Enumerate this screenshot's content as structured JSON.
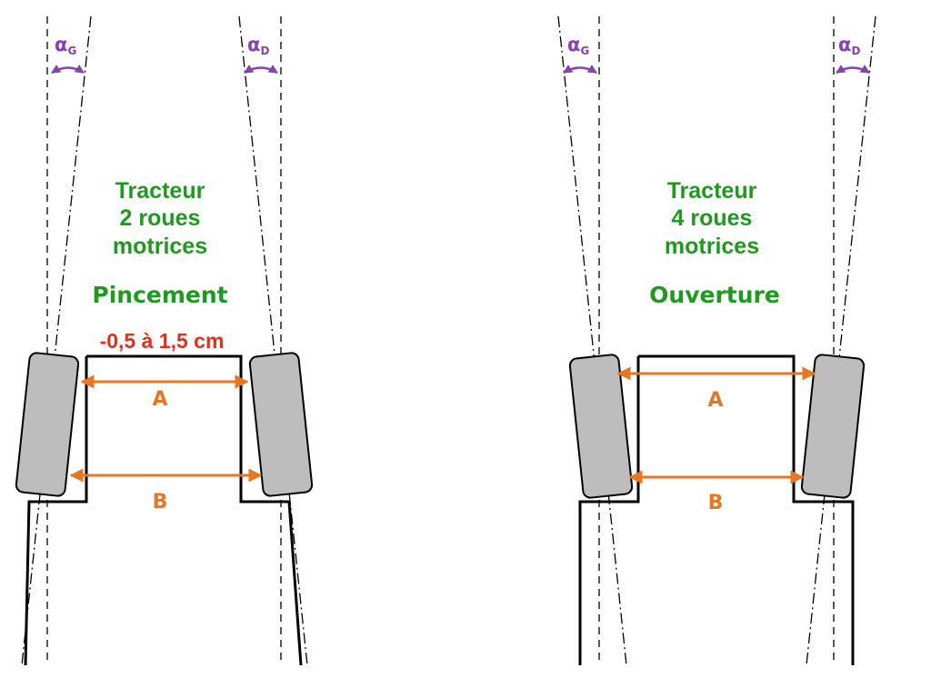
{
  "colors": {
    "title": "#1e9a1e",
    "range": "#e0301e",
    "dimension": "#e87722",
    "angle": "#8a3fb8",
    "tire_fill": "#bdbdbd",
    "outline": "#000000"
  },
  "panels": [
    {
      "id": "left",
      "title_lines": [
        "Tracteur",
        "2 roues",
        "motrices"
      ],
      "mode": "Pincement",
      "range": "-0,5 à 1,5 cm",
      "dim_a": "A",
      "dim_b": "B",
      "alpha_left": {
        "symbol": "α",
        "sub": "G"
      },
      "alpha_right": {
        "symbol": "α",
        "sub": "D"
      }
    },
    {
      "id": "right",
      "title_lines": [
        "Tracteur",
        "4 roues",
        "motrices"
      ],
      "mode": "Ouverture",
      "range": "",
      "dim_a": "A",
      "dim_b": "B",
      "alpha_left": {
        "symbol": "α",
        "sub": "G"
      },
      "alpha_right": {
        "symbol": "α",
        "sub": "D"
      }
    }
  ]
}
